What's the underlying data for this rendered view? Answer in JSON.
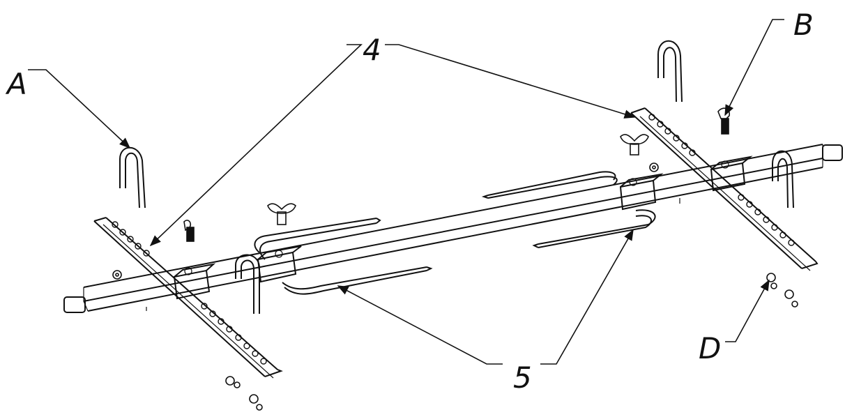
{
  "callouts": {
    "A": "A",
    "B": "B",
    "D": "D",
    "four": "4",
    "five": "5"
  },
  "colors": {
    "line": "#111111",
    "background": "#ffffff"
  }
}
